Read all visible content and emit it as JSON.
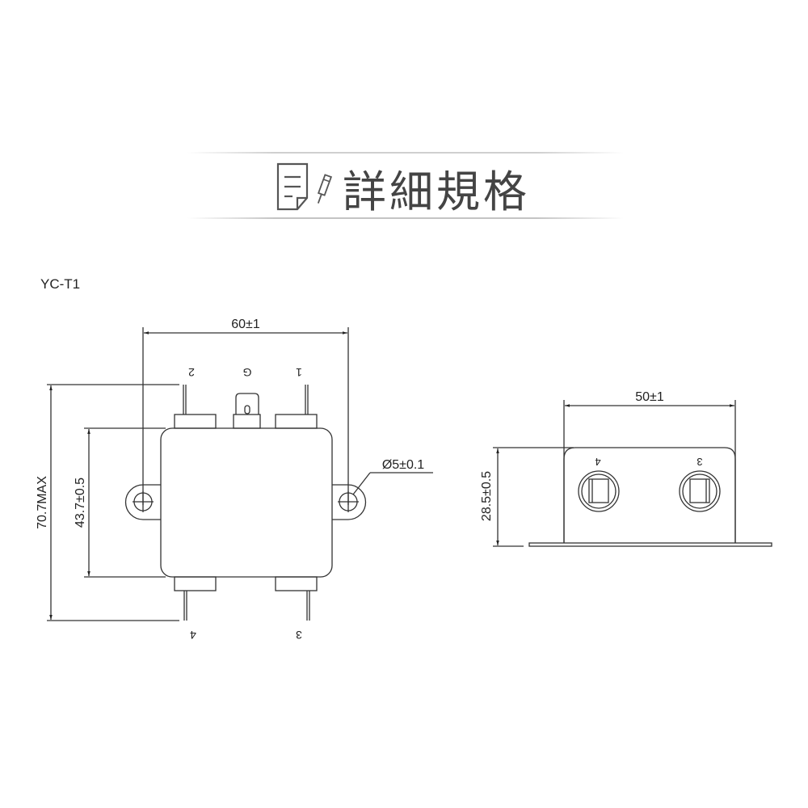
{
  "header": {
    "title": "詳細規格",
    "icon": "document-pen-icon"
  },
  "model": "YC-T1",
  "front_view": {
    "width_dim": "60±1",
    "height_max_dim": "70.7MAX",
    "body_height_dim": "43.7±0.5",
    "hole_dim": "Ø5±0.1",
    "top_terminals": [
      "2",
      "G",
      "1"
    ],
    "bottom_terminals": [
      "4",
      "3"
    ]
  },
  "side_view": {
    "width_dim": "50±1",
    "height_dim": "28.5±0.5",
    "terminals": [
      "4",
      "3"
    ]
  },
  "colors": {
    "line": "#333333",
    "title": "#444444"
  }
}
